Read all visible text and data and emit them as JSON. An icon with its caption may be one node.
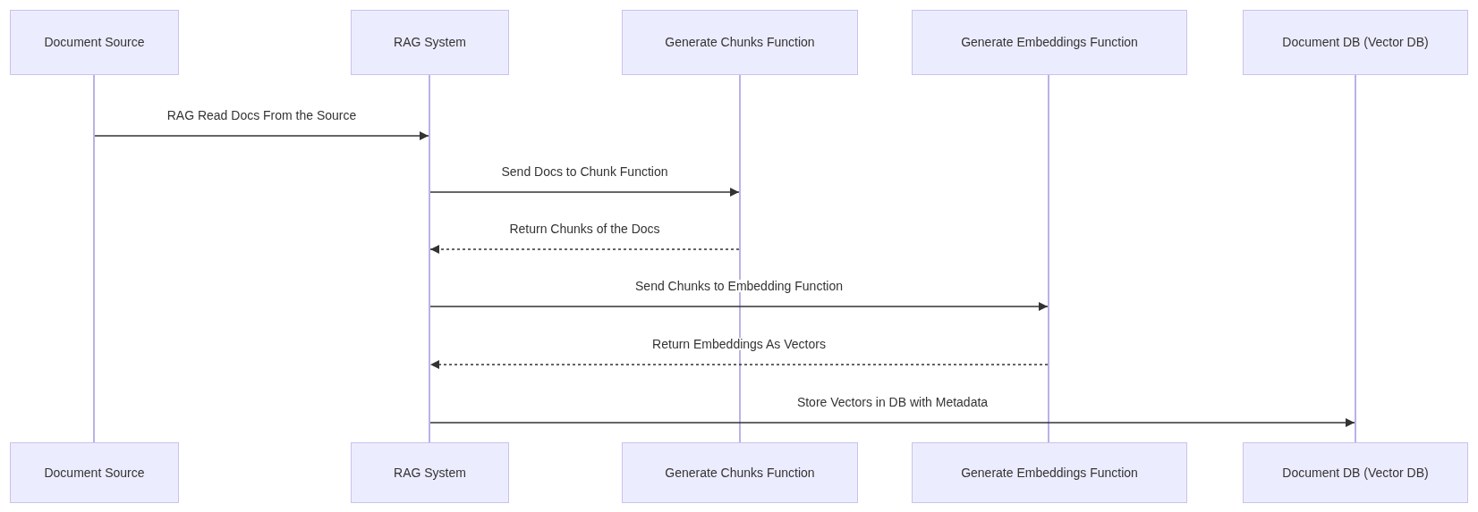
{
  "diagram": {
    "nodes": [
      {
        "text": [
          "Document Source"
        ]
      },
      {
        "text": [
          "RAG System"
        ]
      },
      {
        "text": [
          "Generate Chunks Function"
        ]
      },
      {
        "text": [
          "Generate Embeddings Function"
        ]
      },
      {
        "text": [
          "Document DB (Vector DB)"
        ]
      },
      {
        "text": [
          "Document Source"
        ]
      },
      {
        "text": [
          "RAG System"
        ]
      },
      {
        "text": [
          "Generate Chunks Function"
        ]
      },
      {
        "text": [
          "Generate Embeddings Function"
        ]
      },
      {
        "text": [
          "Document DB (Vector DB)"
        ]
      },
      {
        "text": [],
        "shape": "bar"
      },
      {
        "text": [],
        "shape": "bar"
      },
      {
        "text": [],
        "shape": "bar"
      },
      {
        "text": [],
        "shape": "bar"
      },
      {
        "text": [],
        "shape": "bar"
      }
    ],
    "edges": [
      {
        "from": 10,
        "to": 11,
        "arrow": "to",
        "label": "RAG Read Docs From the Source"
      },
      {
        "from": 11,
        "to": 12,
        "arrow": "to",
        "label": "Send Docs to Chunk Function"
      },
      {
        "from": 12,
        "to": 11,
        "arrow": "to",
        "label": "Return Chunks of the Docs",
        "style": "dashed"
      },
      {
        "from": 11,
        "to": 13,
        "arrow": "to",
        "label": "Send Chunks to Embedding Function"
      },
      {
        "from": 13,
        "to": 11,
        "arrow": "to",
        "label": "Return Embeddings As Vectors",
        "style": "dashed"
      },
      {
        "from": 11,
        "to": 14,
        "arrow": "to",
        "label": "Store Vectors in DB with Metadata"
      }
    ]
  }
}
